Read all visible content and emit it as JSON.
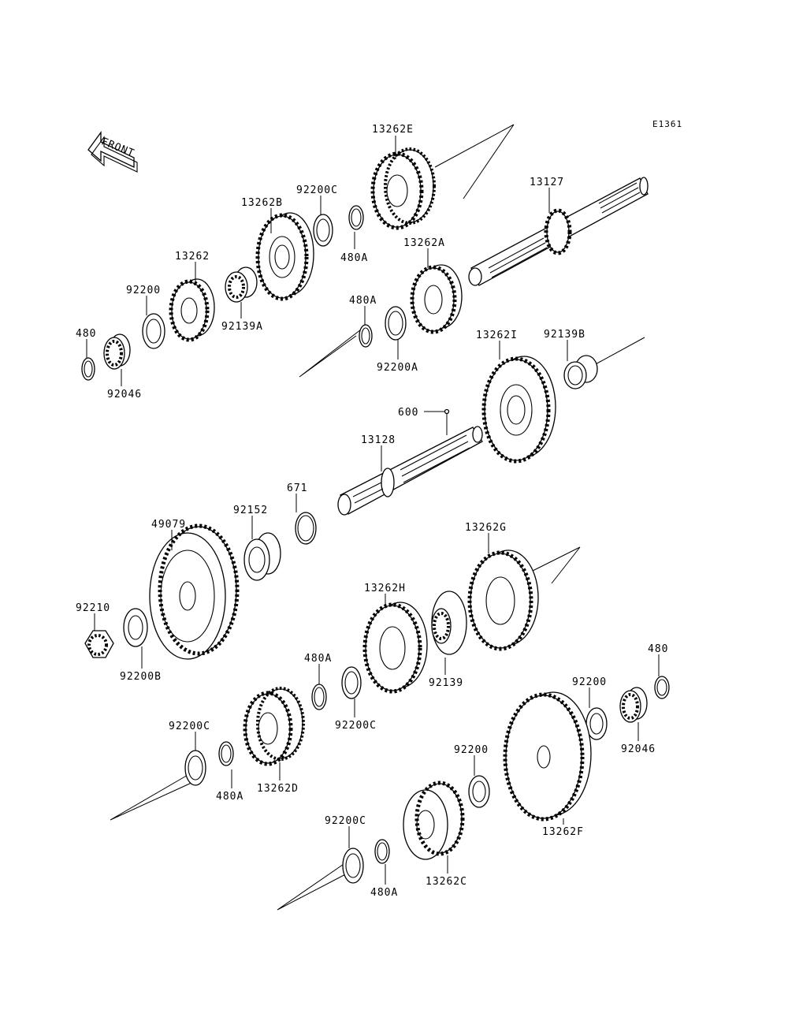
{
  "diagram_code": "E1361",
  "front_label": "FRONT",
  "labels": {
    "p13262E": "13262E",
    "p13127": "13127",
    "p92200C_top": "92200C",
    "p13262B": "13262B",
    "p480A_top": "480A",
    "p13262A": "13262A",
    "p13262": "13262",
    "p92139A": "92139A",
    "p92200_left": "92200",
    "p480_left": "480",
    "p92046_left": "92046",
    "p480A_mid": "480A",
    "p92200A": "92200A",
    "p13262I": "13262I",
    "p92139B": "92139B",
    "p600": "600",
    "p13128": "13128",
    "p671": "671",
    "p92152": "92152",
    "p49079": "49079",
    "p13262G": "13262G",
    "p92210": "92210",
    "p92200B": "92200B",
    "p13262H": "13262H",
    "p480A_lower": "480A",
    "p92200C_lower": "92200C",
    "p92139": "92139",
    "p480_right": "480",
    "p92200_right": "92200",
    "p92046_right": "92046",
    "p92200C_left": "92200C",
    "p480A_left": "480A",
    "p13262D": "13262D",
    "p92200_bottom": "92200",
    "p13262F": "13262F",
    "p92200C_bottom": "92200C",
    "p480A_bottom": "480A",
    "p13262C": "13262C"
  }
}
